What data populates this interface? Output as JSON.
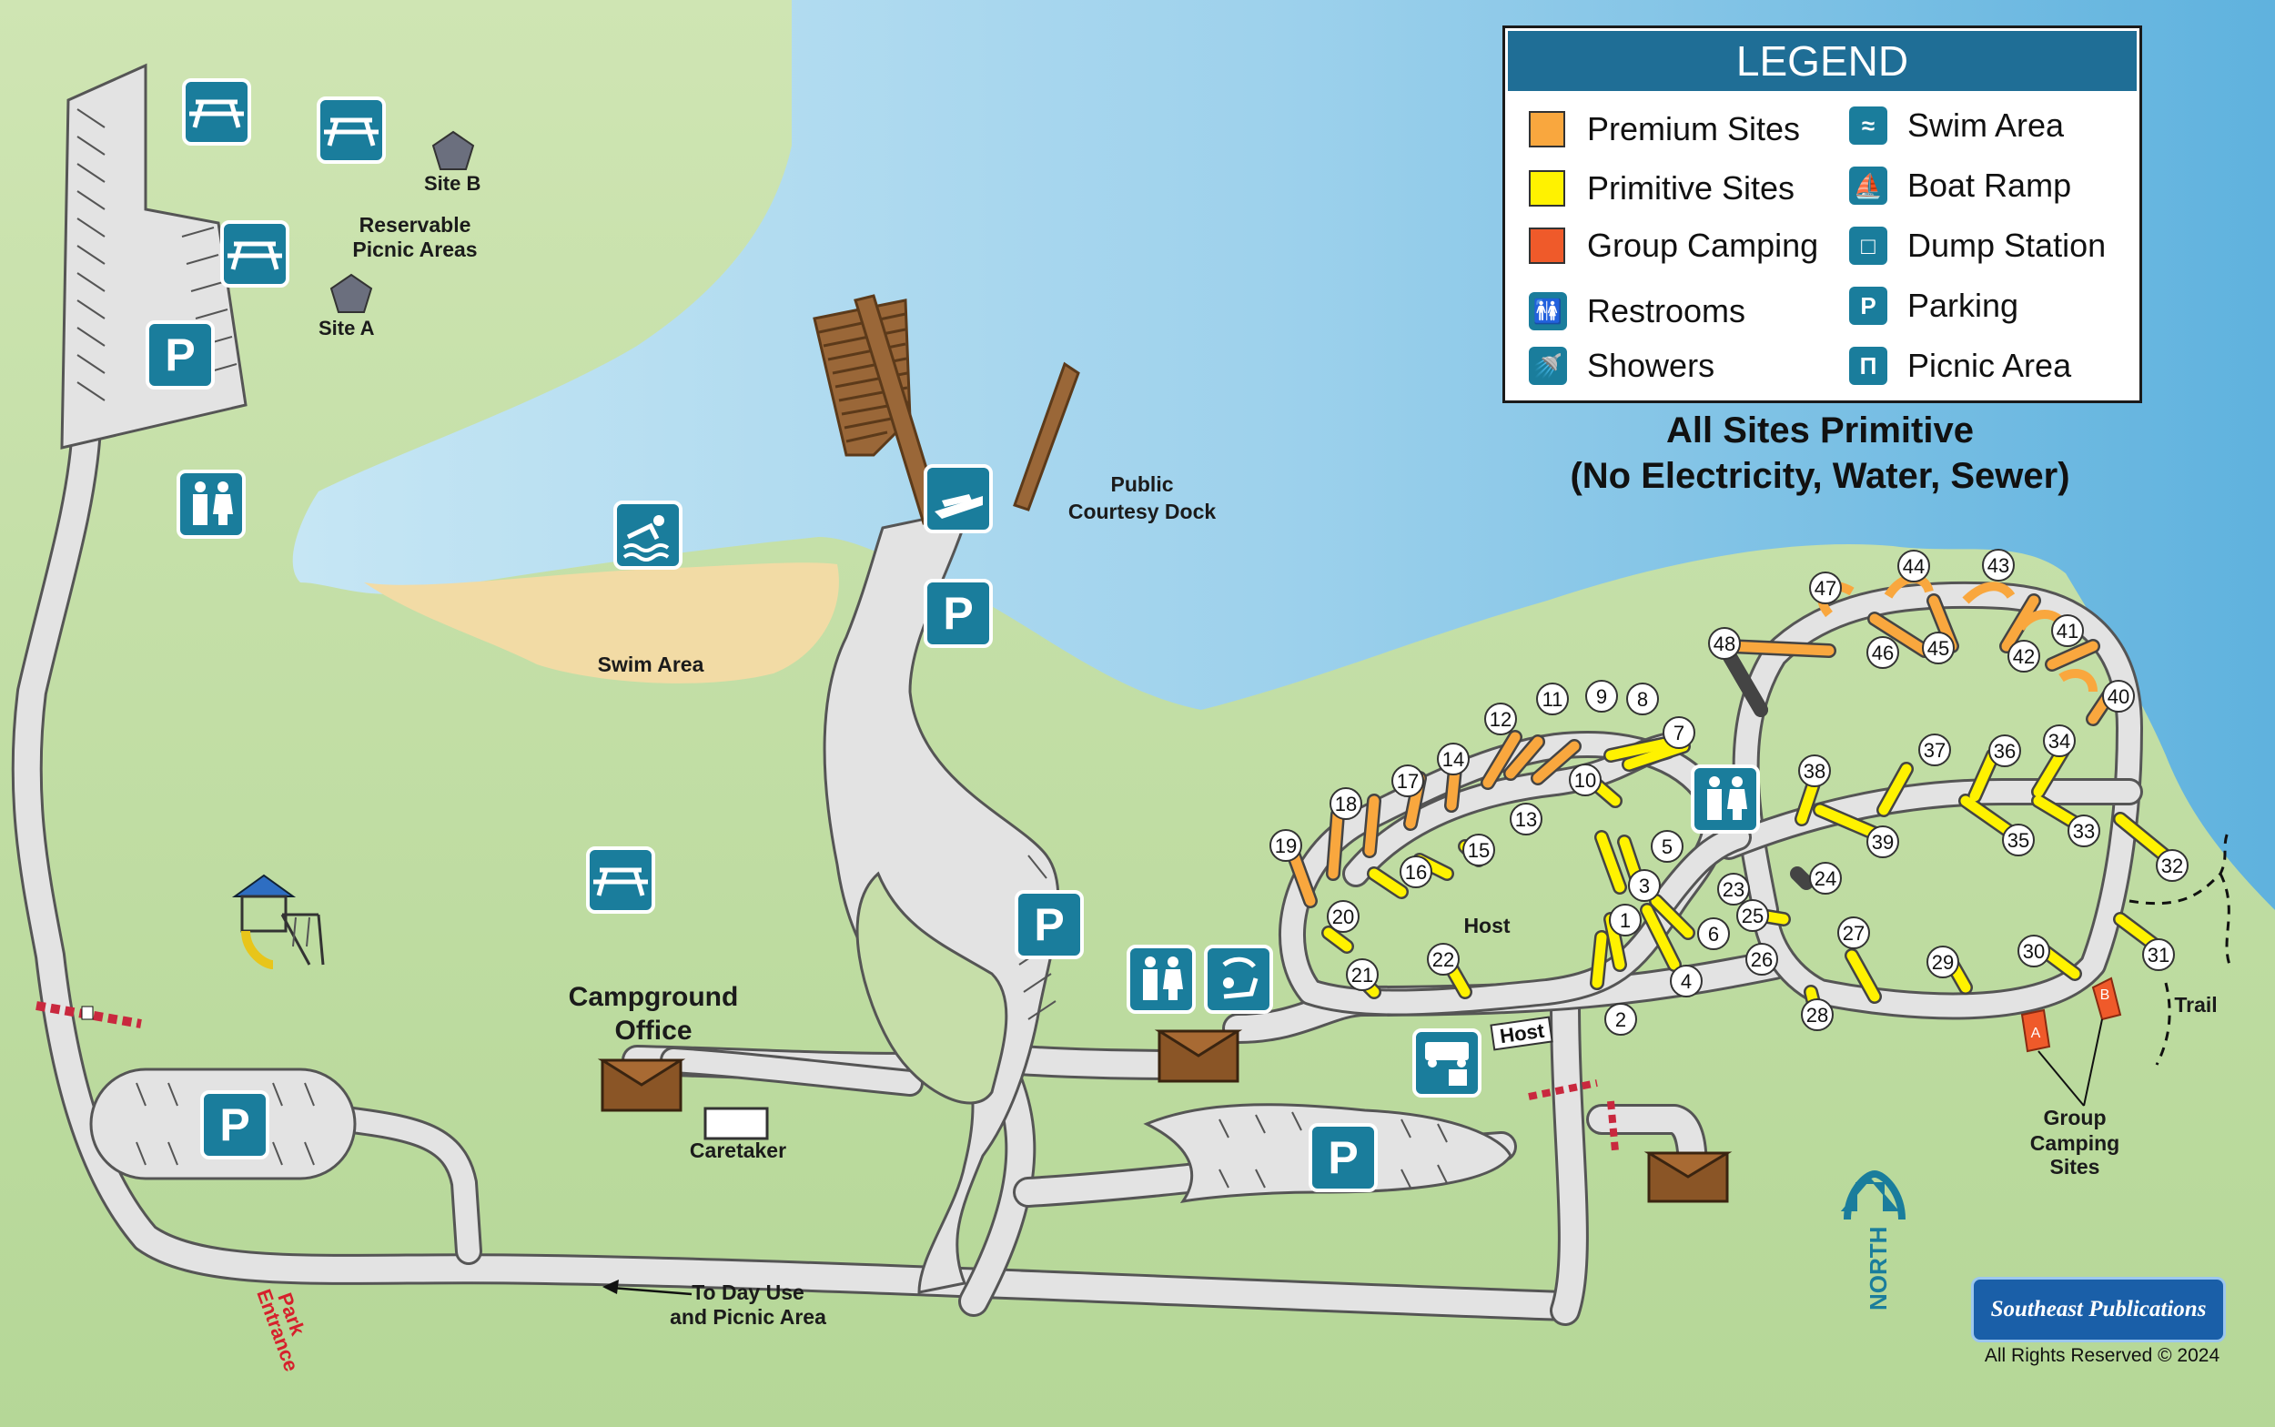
{
  "legend": {
    "title": "LEGEND",
    "items": [
      {
        "label": "Premium Sites",
        "color": "#f9a73e",
        "icon": "orange-swatch"
      },
      {
        "label": "Primitive Sites",
        "color": "#fff200",
        "icon": "yellow-swatch"
      },
      {
        "label": "Group Camping",
        "color": "#ef5a2a",
        "icon": "red-swatch"
      },
      {
        "label": "Restrooms",
        "icon": "restroom-icon"
      },
      {
        "label": "Showers",
        "icon": "shower-icon"
      },
      {
        "label": "Swim Area",
        "icon": "swim-icon"
      },
      {
        "label": "Boat Ramp",
        "icon": "boat-ramp-icon"
      },
      {
        "label": "Dump Station",
        "icon": "dump-station-icon"
      },
      {
        "label": "Parking",
        "icon": "parking-icon"
      },
      {
        "label": "Picnic Area",
        "icon": "picnic-table-icon"
      }
    ]
  },
  "note": {
    "line1": "All Sites Primitive",
    "line2": "(No Electricity, Water, Sewer)"
  },
  "labels": {
    "site_b": "Site B",
    "site_a": "Site A",
    "reservable_line1": "Reservable",
    "reservable_line2": "Picnic Areas",
    "swim_area": "Swim Area",
    "dock_line1": "Public",
    "dock_line2": "Courtesy Dock",
    "office_line1": "Campground",
    "office_line2": "Office",
    "caretaker": "Caretaker",
    "to_day_use_line1": "To Day Use",
    "to_day_use_line2": "and Picnic Area",
    "park_entrance_line1": "Park",
    "park_entrance_line2": "Entrance",
    "host_loop": "Host",
    "host_sign": "Host",
    "trail": "Trail",
    "group_line1": "Group",
    "group_line2": "Camping",
    "group_line3": "Sites",
    "north": "NORTH",
    "group_a": "A",
    "group_b": "B"
  },
  "parking_letter": "P",
  "sites": [
    "1",
    "2",
    "3",
    "4",
    "5",
    "6",
    "7",
    "8",
    "9",
    "10",
    "11",
    "12",
    "13",
    "14",
    "15",
    "16",
    "17",
    "18",
    "19",
    "20",
    "21",
    "22",
    "23",
    "24",
    "25",
    "26",
    "27",
    "28",
    "29",
    "30",
    "31",
    "32",
    "33",
    "34",
    "35",
    "36",
    "37",
    "38",
    "39",
    "40",
    "41",
    "42",
    "43",
    "44",
    "45",
    "46",
    "47",
    "48"
  ],
  "colors": {
    "water": "#7fc3e5",
    "grass": "#bcdaa0",
    "road": "#e3e3e3",
    "icon": "#1a7d9c",
    "premium": "#f9a73e",
    "primitive": "#fff200",
    "group": "#ef5a2a"
  },
  "brand": "Southeast Publications",
  "copyright": "All Rights Reserved © 2024"
}
